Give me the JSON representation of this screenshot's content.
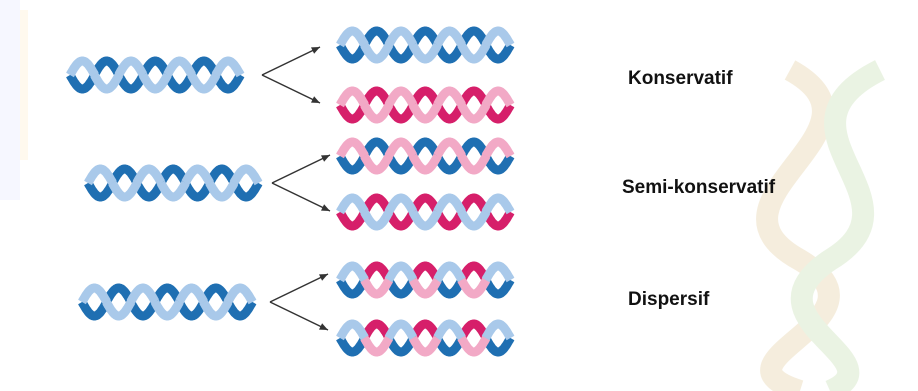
{
  "title": "DNA replication models",
  "colors": {
    "parent_dark": "#1f6fb2",
    "parent_light": "#a9c9ea",
    "new_dark": "#d61f6a",
    "new_light": "#f2a9c6",
    "arrow": "#333333",
    "label": "#111111"
  },
  "models": [
    {
      "label": "Konservatif",
      "daughters": [
        "parent",
        "new"
      ]
    },
    {
      "label": "Semi-konservatif",
      "daughters": [
        "semi_a",
        "semi_b"
      ]
    },
    {
      "label": "Dispersif",
      "daughters": [
        "dispersive",
        "dispersive"
      ]
    }
  ]
}
